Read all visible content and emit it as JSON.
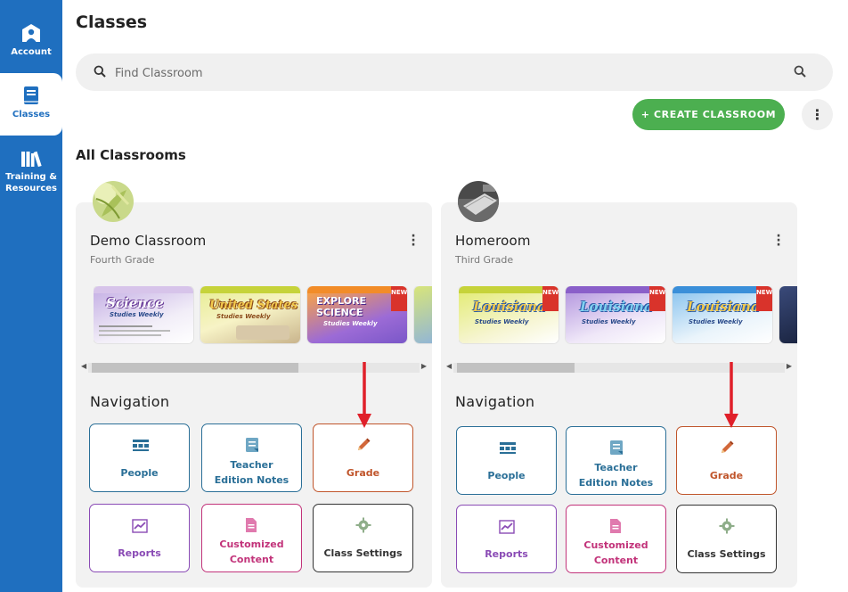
{
  "sidebar": {
    "items": [
      {
        "label": "Account",
        "icon": "account-icon",
        "active": false
      },
      {
        "label": "Classes",
        "icon": "book-icon",
        "active": true
      },
      {
        "label": "Training & Resources",
        "icon": "library-icon",
        "active": false
      }
    ]
  },
  "header": {
    "title": "Classes",
    "search_placeholder": "Find Classroom",
    "create_button": "+ CREATE CLASSROOM"
  },
  "section_title": "All Classrooms",
  "colors": {
    "sidebar": "#1f6fbf",
    "create_button": "#4caf50",
    "people": "#2a6f97",
    "teacher_notes": "#2a6f97",
    "grade": "#c0552b",
    "reports": "#8a4bb5",
    "customized": "#c2337a",
    "settings": "#333333",
    "arrow": "#e0202a"
  },
  "classrooms": [
    {
      "name": "Demo Classroom",
      "grade": "Fourth Grade",
      "avatar_icon": "leaf-photo-avatar",
      "publications": [
        {
          "title": "Science",
          "subtitle": "Studies Weekly",
          "theme": "purple",
          "is_new": false
        },
        {
          "title": "United States",
          "subtitle": "Studies Weekly",
          "theme": "yellow",
          "is_new": false
        },
        {
          "title": "EXPLORE SCIENCE",
          "subtitle": "Studies Weekly",
          "theme": "orange",
          "is_new": true
        }
      ],
      "navigation_title": "Navigation",
      "navigation": {
        "people": "People",
        "teacher_notes_line1": "Teacher",
        "teacher_notes_line2": "Edition Notes",
        "grade": "Grade",
        "reports": "Reports",
        "customized_line1": "Customized",
        "customized_line2": "Content",
        "class_settings": "Class Settings"
      }
    },
    {
      "name": "Homeroom",
      "grade": "Third Grade",
      "avatar_icon": "desk-photo-avatar",
      "publications": [
        {
          "title": "Louisiana",
          "subtitle": "Studies Weekly",
          "theme": "yellow",
          "is_new": true
        },
        {
          "title": "Louisiana",
          "subtitle": "Studies Weekly",
          "theme": "purple",
          "is_new": true
        },
        {
          "title": "Louisiana",
          "subtitle": "Studies Weekly",
          "theme": "blue",
          "is_new": true
        }
      ],
      "navigation_title": "Navigation",
      "navigation": {
        "people": "People",
        "teacher_notes_line1": "Teacher",
        "teacher_notes_line2": "Edition Notes",
        "grade": "Grade",
        "reports": "Reports",
        "customized_line1": "Customized",
        "customized_line2": "Content",
        "class_settings": "Class Settings"
      }
    }
  ],
  "new_tag": "NEW"
}
